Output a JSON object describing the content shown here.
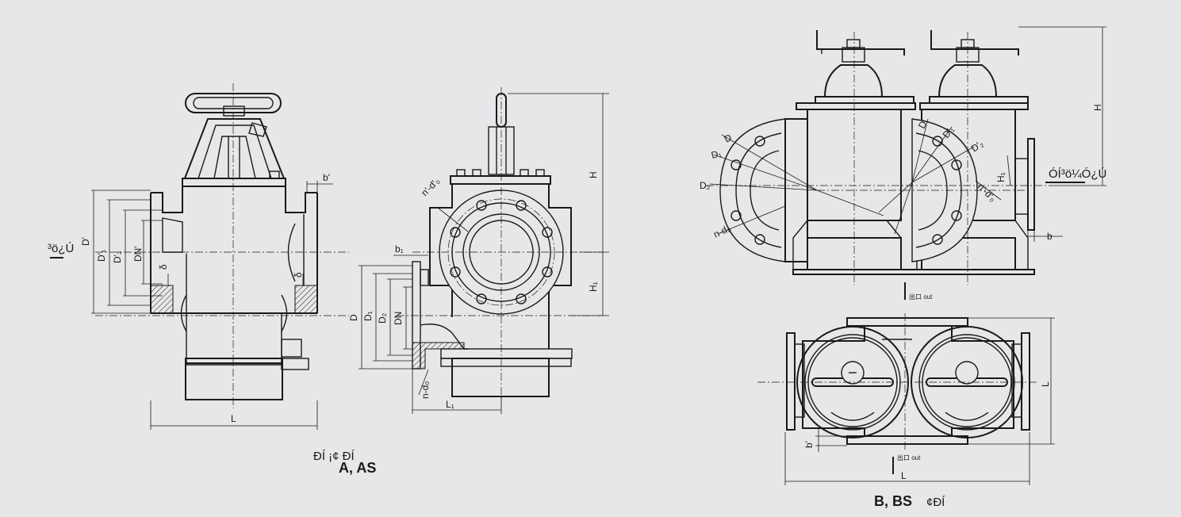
{
  "caption_left_top": "ÐÍ ¡¢ ÐÍ",
  "caption_left": "A, AS",
  "caption_right_a": "B, BS",
  "caption_right_b": "¢ÐÍ",
  "side_note_left": "³ö¿Ú",
  "side_note_right": "ÓÍ³ö¼Ó¿Ú",
  "out_label": "出口 out",
  "dims": {
    "L": "L",
    "L1": "L₁",
    "b": "b",
    "b1": "b₁",
    "b_prime": "b'",
    "D": "D",
    "D1": "D₁",
    "D2": "D₂",
    "DN": "DN",
    "DN_prime": "DN'",
    "D_prime": "D'",
    "D1_prime": "D'₁",
    "D2_prime": "D'₂",
    "H": "H",
    "H1": "H₁",
    "delta": "δ",
    "n_d0": "n-d₀",
    "n_d0_prime": "n'-d'₀"
  }
}
